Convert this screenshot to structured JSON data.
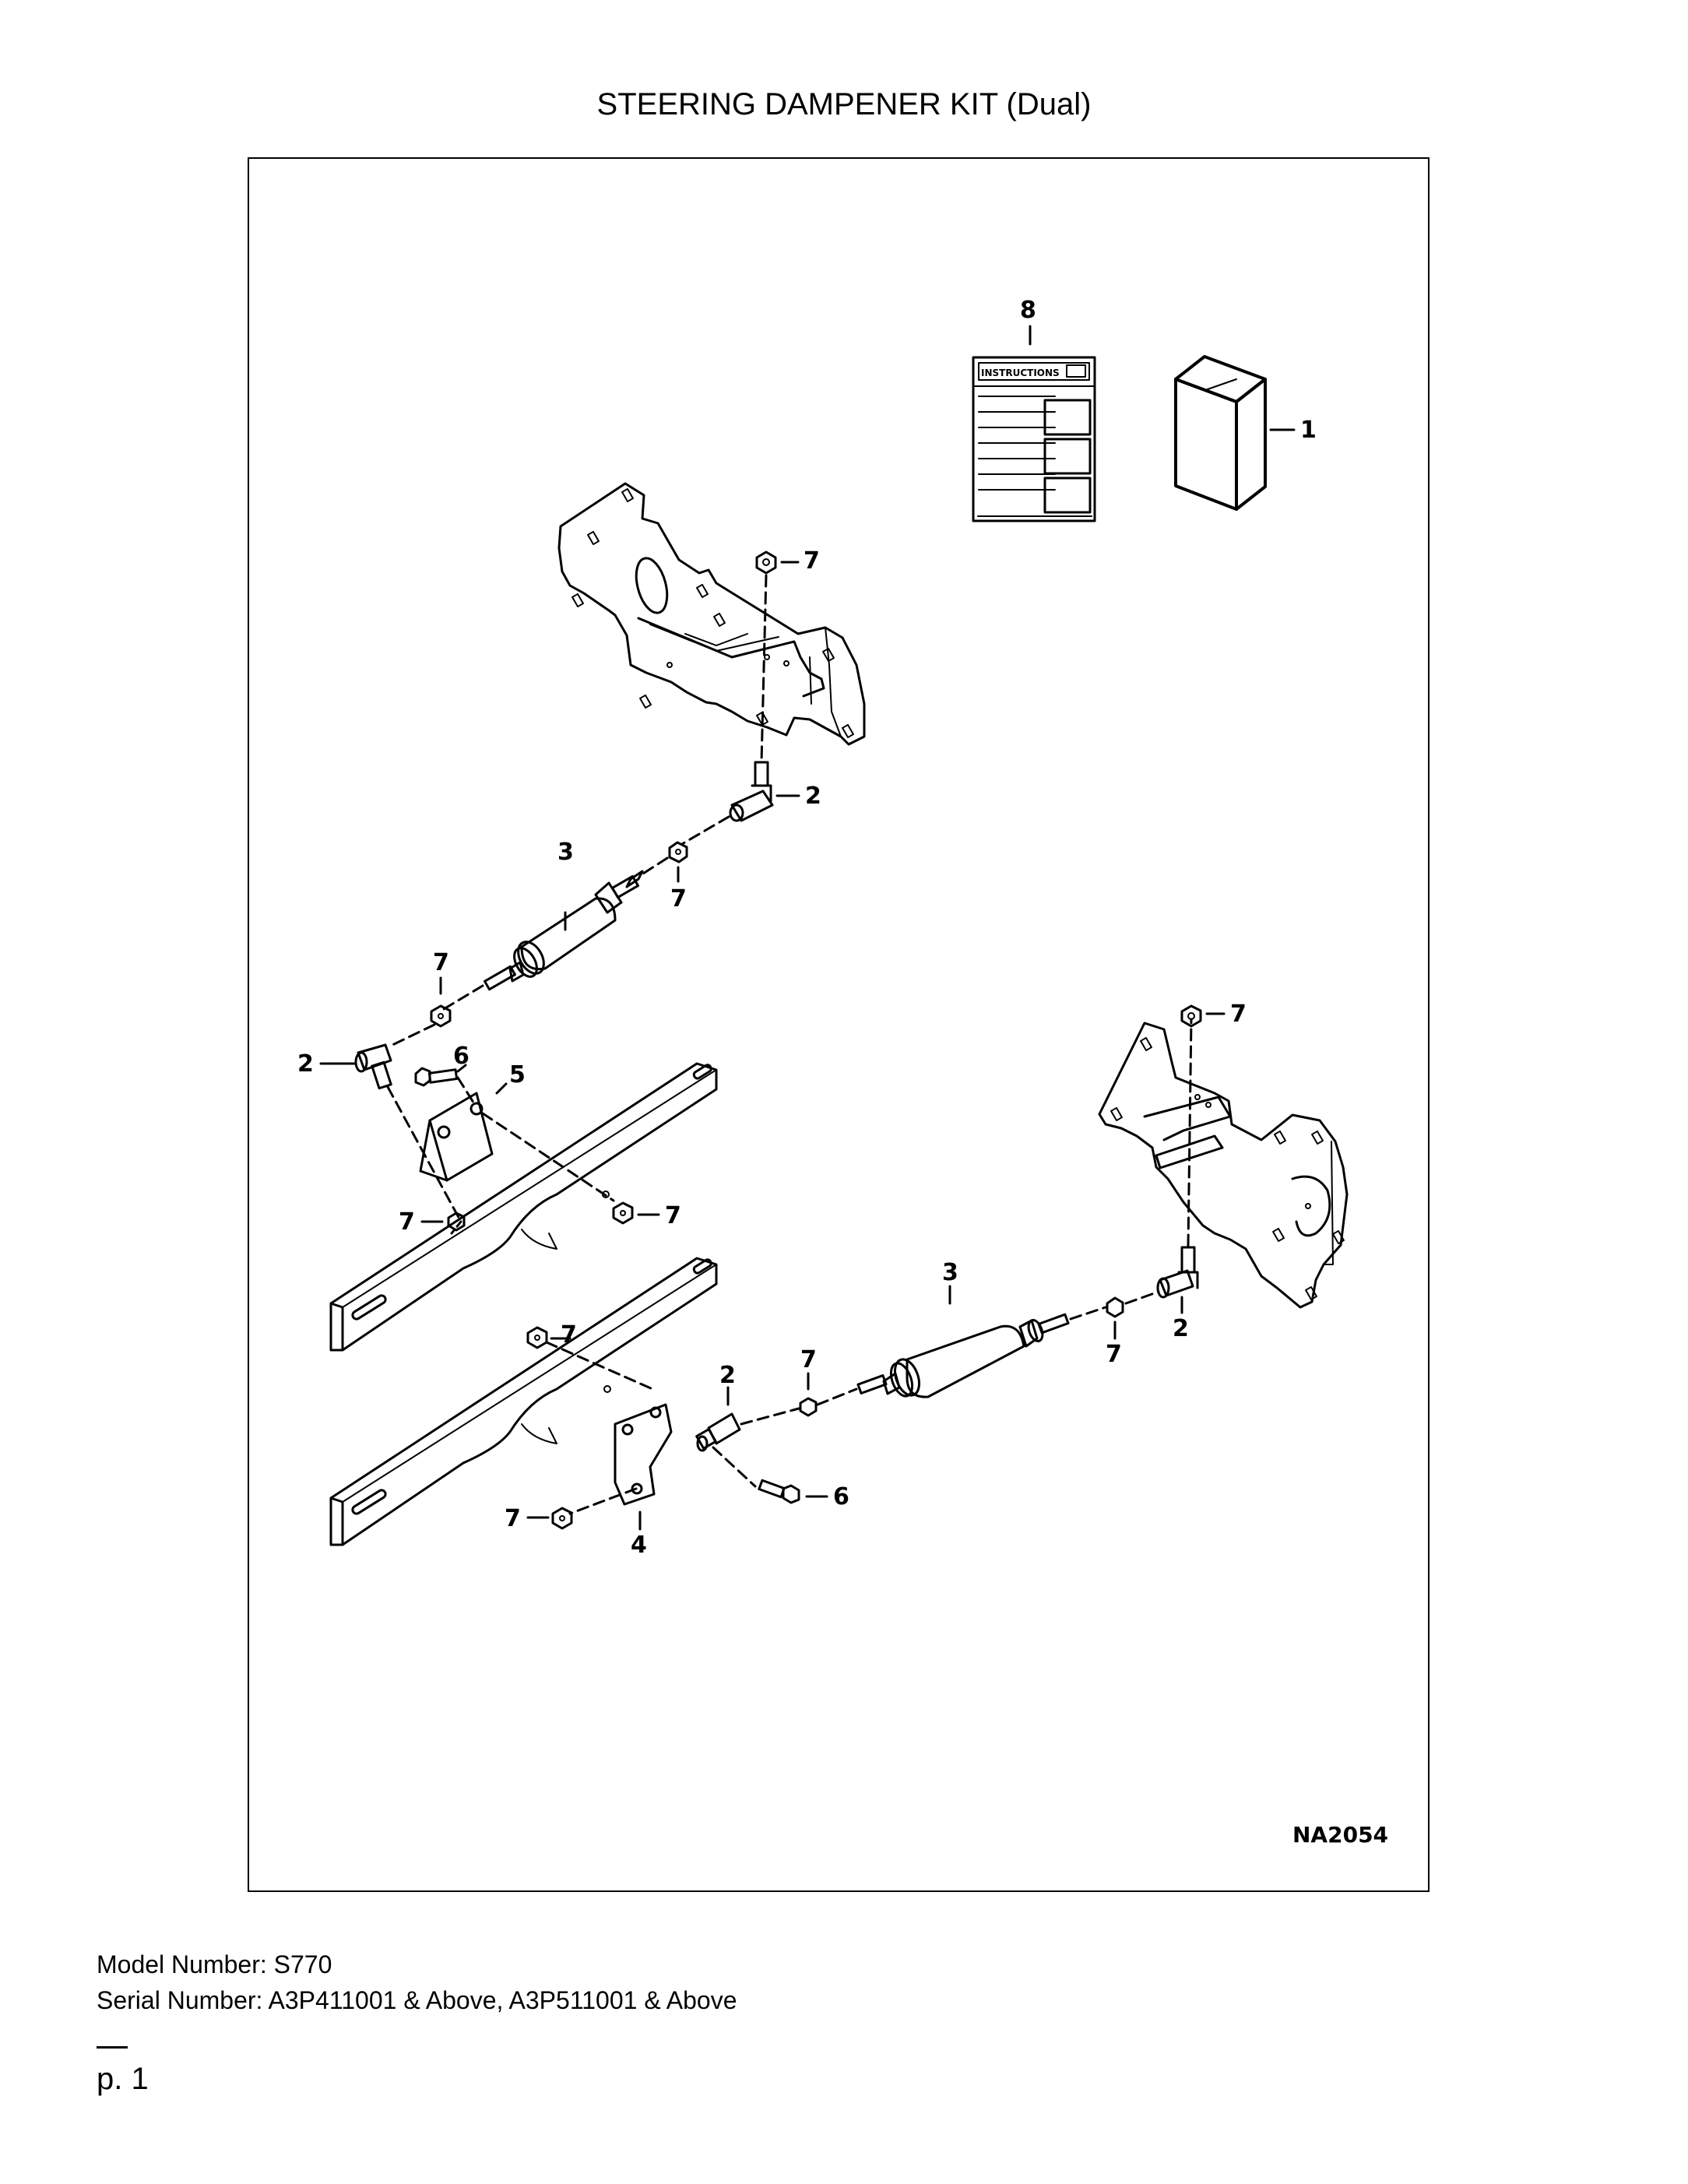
{
  "title": "STEERING DAMPENER KIT (Dual)",
  "diagram": {
    "instructions_label": "INSTRUCTIONS",
    "figure_code": "NA2054",
    "callouts": {
      "c8": "8",
      "c1": "1",
      "c7a": "7",
      "c2a": "2",
      "c3a": "3",
      "c7b": "7",
      "c7c": "7",
      "c2b": "2",
      "c6a": "6",
      "c5": "5",
      "c7d": "7",
      "c7e": "7",
      "c7f": "7",
      "c3b": "3",
      "c7g": "7",
      "c2c": "2",
      "c7h": "7",
      "c7i": "7",
      "c2d": "2",
      "c6b": "6",
      "c7j": "7",
      "c4": "4"
    }
  },
  "footer": {
    "model": "Model Number: S770",
    "serial": "Serial Number: A3P411001 & Above, A3P511001 & Above",
    "page": "p. 1"
  }
}
